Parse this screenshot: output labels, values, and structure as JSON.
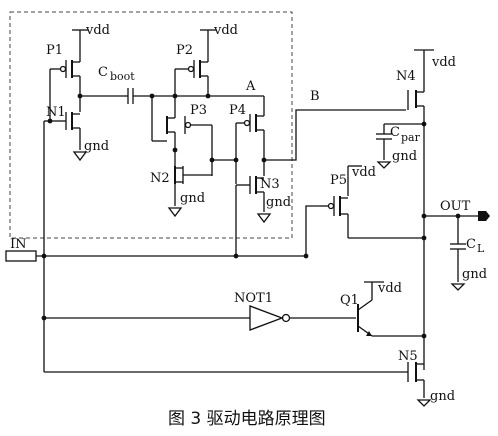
{
  "labels": {
    "vdd": "vdd",
    "gnd": "gnd",
    "p1": "P1",
    "p2": "P2",
    "p3": "P3",
    "p4": "P4",
    "p5": "P5",
    "n1": "N1",
    "n2": "N2",
    "n3": "N3",
    "n4": "N4",
    "n5": "N5",
    "c": "C",
    "boot": "boot",
    "par": "par",
    "cl_c": "C",
    "cl_l": "L",
    "a": "A",
    "b": "B",
    "out": "OUT",
    "in": "IN",
    "not1": "NOT1",
    "q1": "Q1"
  },
  "caption": "图 3 驱动电路原理图",
  "colors": {
    "ink": "#111111",
    "background": "#ffffff",
    "border_dash": "#444444"
  }
}
